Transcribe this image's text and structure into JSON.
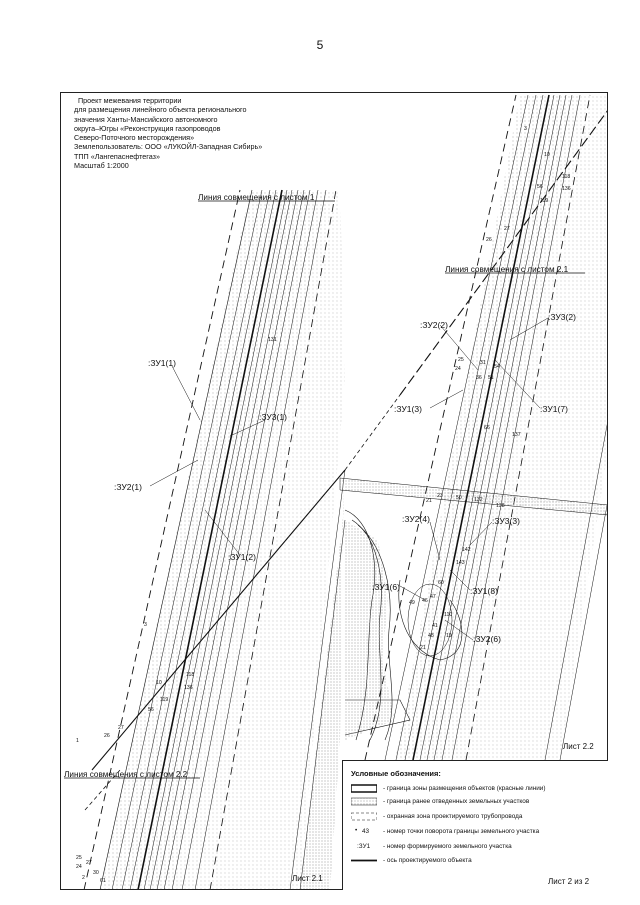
{
  "page_number": "5",
  "title_block": [
    "Проект межевания территории",
    "для размещения линейного объекта регионального",
    "значения Ханты-Мансийского автономного",
    "округа–Югры «Реконструкция газопроводов",
    "Северо-Поточного месторождения»",
    "Землепользователь: ООО «ЛУКОЙЛ-Западная Сибирь»",
    "ТПП «Лангепаснефтегаз»",
    "Масштаб 1:2000"
  ],
  "match_lines": {
    "sheet1": "Линия совмещения с листом 1",
    "sheet21": "Линия совмещения с листом 2.1",
    "sheet22": "Линия совмещения с листом 2.2"
  },
  "parcels": {
    "zu1_1": ":ЗУ1(1)",
    "zu3_1": ":ЗУ3(1)",
    "zu2_1": ":ЗУ2(1)",
    "zu1_2": ":ЗУ1(2)",
    "zu2_2": ":ЗУ2(2)",
    "zu3_2": ":ЗУ3(2)",
    "zu1_3": ":ЗУ1(3)",
    "zu1_7": ":ЗУ1(7)",
    "zu2_4": ":ЗУ2(4)",
    "zu3_3": ":ЗУ3(3)",
    "zu1_6": ":ЗУ1(6)",
    "zu1_8": ":ЗУ1(8)",
    "zu2_6": ":ЗУ2(6)"
  },
  "points": {
    "p131": "131",
    "p3a": "3",
    "p10a": "10",
    "p118a": "118",
    "p136a": "136",
    "p56a": "56",
    "p119a": "119",
    "p27a": "27",
    "p26a": "26",
    "p1a": "1",
    "p3b": "3",
    "p10b": "10",
    "p118b": "118",
    "p136b": "136",
    "p56b": "56",
    "p119b": "119",
    "p27b": "27",
    "p26b": "26",
    "p25": "25",
    "p24": "24",
    "p31": "31",
    "p54": "54",
    "p36": "36",
    "p51": "51",
    "p66": "66",
    "p137": "137",
    "p23": "23",
    "p21": "21",
    "p50": "50",
    "p132": "132",
    "p138": "138",
    "p142": "142",
    "p143": "143",
    "p60": "60",
    "p49": "49",
    "p46": "46",
    "p47": "47",
    "p110": "110",
    "p41": "41",
    "p48": "48",
    "p19": "19",
    "p21b": "21",
    "pb25": "25",
    "pb27": "27",
    "pb24": "24",
    "pb30": "30",
    "pb2": "2",
    "pb61": "61"
  },
  "sheet_labels": {
    "sheet21": "Лист 2.1",
    "sheet22": "Лист 2.2"
  },
  "legend": {
    "title": "Условные обозначения:",
    "items": [
      "- граница зоны размещения объектов (красные линии)",
      "- граница ранее отведенных земельных участков",
      "- охранная зона проектируемого трубопровода",
      "- номер точки поворота границы земельного участка",
      "- номер формируемого земельного участка",
      "- ось проектируемого объекта"
    ],
    "sample_point": "43",
    "sample_parcel": ":ЗУ1"
  },
  "sheet_of": "Лист 2 из 2",
  "colors": {
    "ink": "#111111",
    "stipple": "#9a9a9a"
  }
}
